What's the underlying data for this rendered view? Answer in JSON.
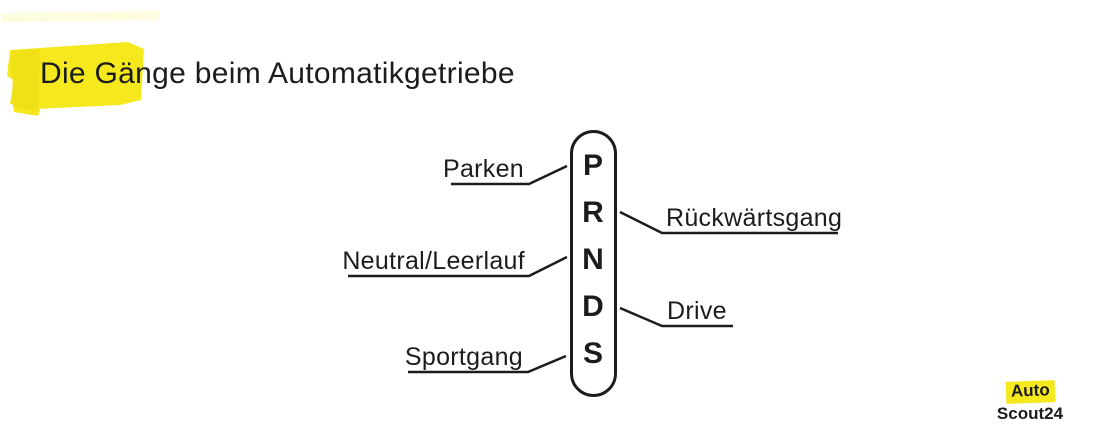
{
  "title": "Die Gänge beim Automatikgetriebe",
  "shifter": {
    "gears": [
      {
        "letter": "P",
        "label": "Parken",
        "side": "left"
      },
      {
        "letter": "R",
        "label": "Rückwärtsgang",
        "side": "right"
      },
      {
        "letter": "N",
        "label": "Neutral/Leerlauf",
        "side": "left"
      },
      {
        "letter": "D",
        "label": "Drive",
        "side": "right"
      },
      {
        "letter": "S",
        "label": "Sportgang",
        "side": "left"
      }
    ]
  },
  "logo": {
    "top": "Auto",
    "bottom": "Scout24"
  },
  "colors": {
    "ink": "#1c1c1e",
    "brand_yellow": "#F5E91E",
    "brand_yellow_deep": "#E9DB10"
  }
}
